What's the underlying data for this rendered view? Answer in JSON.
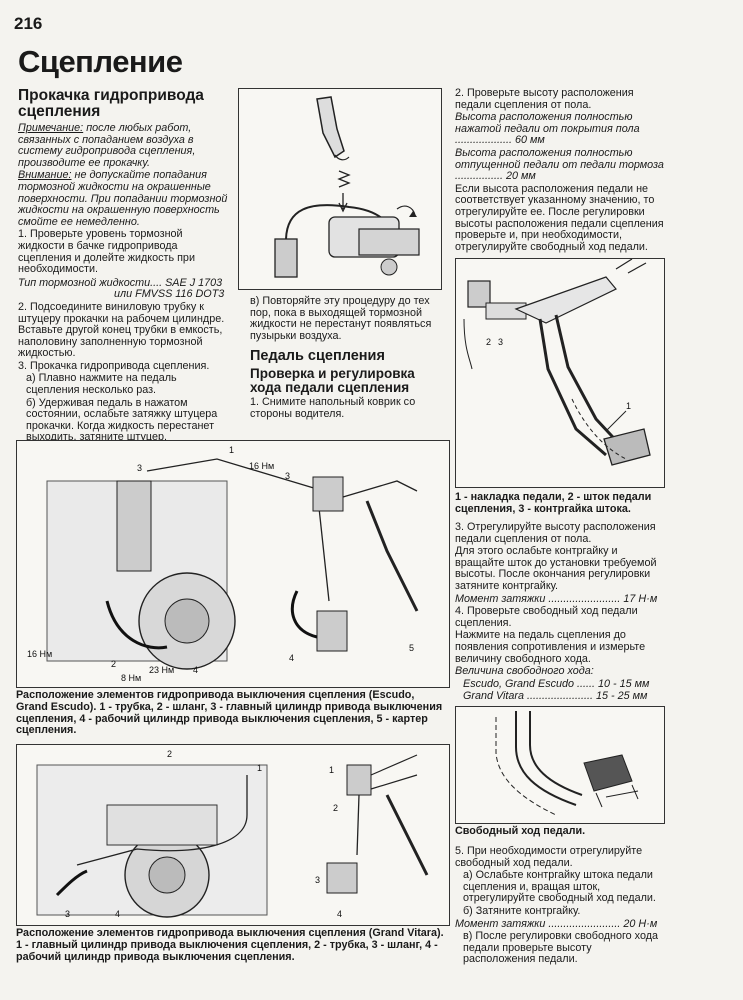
{
  "page_number": "216",
  "title": "Сцепление",
  "left_col": {
    "heading": "Прокачка гидропривода сцепления",
    "note_label": "Примечание:",
    "note_text": "после любых работ, связанных с попаданием воздуха в систему гидропривода сцепления, производите ее прокачку.",
    "warn_label": "Внимание:",
    "warn_text": "не допускайте попадания тормозной жидкости на окрашенные поверхности. При попадании тормозной жидкости на окрашенную поверхность смойте ее немедленно.",
    "step1": "1. Проверьте уровень тормозной жидкости в бачке гидропривода сцепления и долейте жидкость при необходимости.",
    "fluid_label": "Тип тормозной жидкости",
    "fluid_value1": "SAE J 1703",
    "fluid_value2": "или FMVSS 116 DOT3",
    "step2": "2. Подсоедините виниловую трубку к штуцеру прокачки на рабочем цилиндре. Вставьте другой конец трубки в емкость, наполовину заполненную тормозной жидкостью.",
    "step3": "3. Прокачка гидропривода сцепления.",
    "step3a": "а) Плавно нажмите на педаль сцепления несколько раз.",
    "step3b": "б) Удерживая педаль в нажатом состоянии, ослабьте затяжку штуцера прокачки. Когда жидкость перестанет выходить, затяните штуцер."
  },
  "mid_col": {
    "step3c": "в) Повторяйте эту процедуру до тех пор, пока в выходящей тормозной жидкости не перестанут появляться пузырьки воздуха.",
    "heading": "Педаль сцепления",
    "subheading": "Проверка и регулировка хода педали сцепления",
    "step1": "1. Снимите напольный коврик со стороны водителя."
  },
  "right_col": {
    "step2": "2. Проверьте высоту расположения педали сцепления от пола.",
    "spec1_label": "Высота расположения полностью нажатой педали от покрытия пола",
    "spec1_value": "60 мм",
    "spec2_label": "Высота расположения полностью отпущенной педали от педали тормоза",
    "spec2_value": "20 мм",
    "para": "Если высота расположения педали не соответствует указанному значению, то отрегулируйте ее. После регулировки высоты расположения педали сцепления проверьте и, при необходимости, отрегулируйте свободный ход педали.",
    "fig_caption": "1 - накладка педали, 2 - шток педали сцепления, 3 - контргайка штока.",
    "step3": "3. Отрегулируйте высоту расположения педали сцепления от пола.",
    "step3_text": "Для этого ослабьте контргайку и вращайте шток до установки требуемой высоты. После окончания регулировки затяните контргайку.",
    "torque1_label": "Момент затяжки",
    "torque1_value": "17 Н·м",
    "step4": "4. Проверьте свободный ход педали сцепления.",
    "step4_text": "Нажмите на педаль сцепления до появления сопротивления и измерьте величину свободного хода.",
    "free_label": "Величина свободного хода:",
    "free1_label": "Escudo, Grand Escudo",
    "free1_value": "10 - 15 мм",
    "free2_label": "Grand Vitara",
    "free2_value": "15 - 25 мм",
    "fig2_caption": "Свободный ход педали.",
    "step5": "5. При необходимости отрегулируйте свободный ход педали.",
    "step5a": "а) Ослабьте контргайку штока педали сцепления и, вращая шток, отрегулируйте свободный ход педали.",
    "step5b": "б) Затяните контргайку.",
    "torque2_label": "Момент затяжки",
    "torque2_value": "20 Н·м",
    "step5c": "в) После регулировки свободного хода педали проверьте высоту расположения педали."
  },
  "fig_escudo": {
    "labels": [
      "3",
      "1",
      "16 Нм",
      "3",
      "16 Нм",
      "2",
      "8 Нм",
      "23 Нм",
      "4",
      "4",
      "5"
    ],
    "caption": "Расположение элементов гидропривода выключения сцепления (Escudo, Grand Escudo). 1 - трубка, 2 - шланг, 3 - главный цилиндр привода выключения сцепления, 4 - рабочий цилиндр привода выключения сцепления, 5 - картер сцепления."
  },
  "fig_vitara": {
    "labels": [
      "2",
      "1",
      "1",
      "2",
      "3",
      "3",
      "4",
      "4"
    ],
    "caption": "Расположение элементов гидропривода выключения сцепления (Grand Vitara). 1 - главный цилиндр привода выключения сцепления, 2 - трубка, 3 - шланг, 4 - рабочий цилиндр привода выключения сцепления."
  },
  "fig_pedal_labels": [
    "2",
    "3",
    "1"
  ]
}
